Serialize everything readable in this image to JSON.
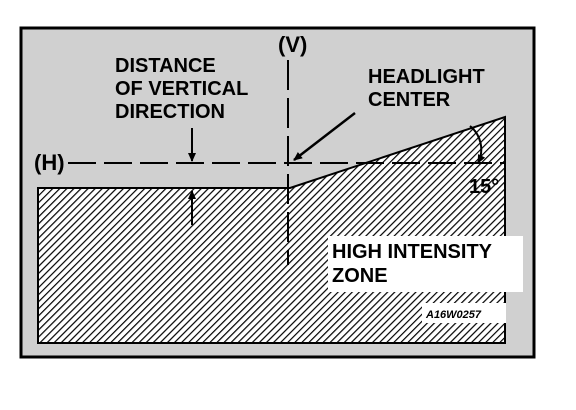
{
  "labels": {
    "v_axis": "(V)",
    "h_axis": "(H)",
    "distance_line1": "DISTANCE",
    "distance_line2": "OF VERTICAL",
    "distance_line3": "DIRECTION",
    "headlight_line1": "HEADLIGHT",
    "headlight_line2": "CENTER",
    "angle": "15°",
    "zone_line1": "HIGH INTENSITY",
    "zone_line2": "ZONE",
    "figure_code": "A16W0257"
  },
  "colors": {
    "ink": "#000000",
    "panel": "#d0d0d0",
    "background": "#ffffff"
  }
}
